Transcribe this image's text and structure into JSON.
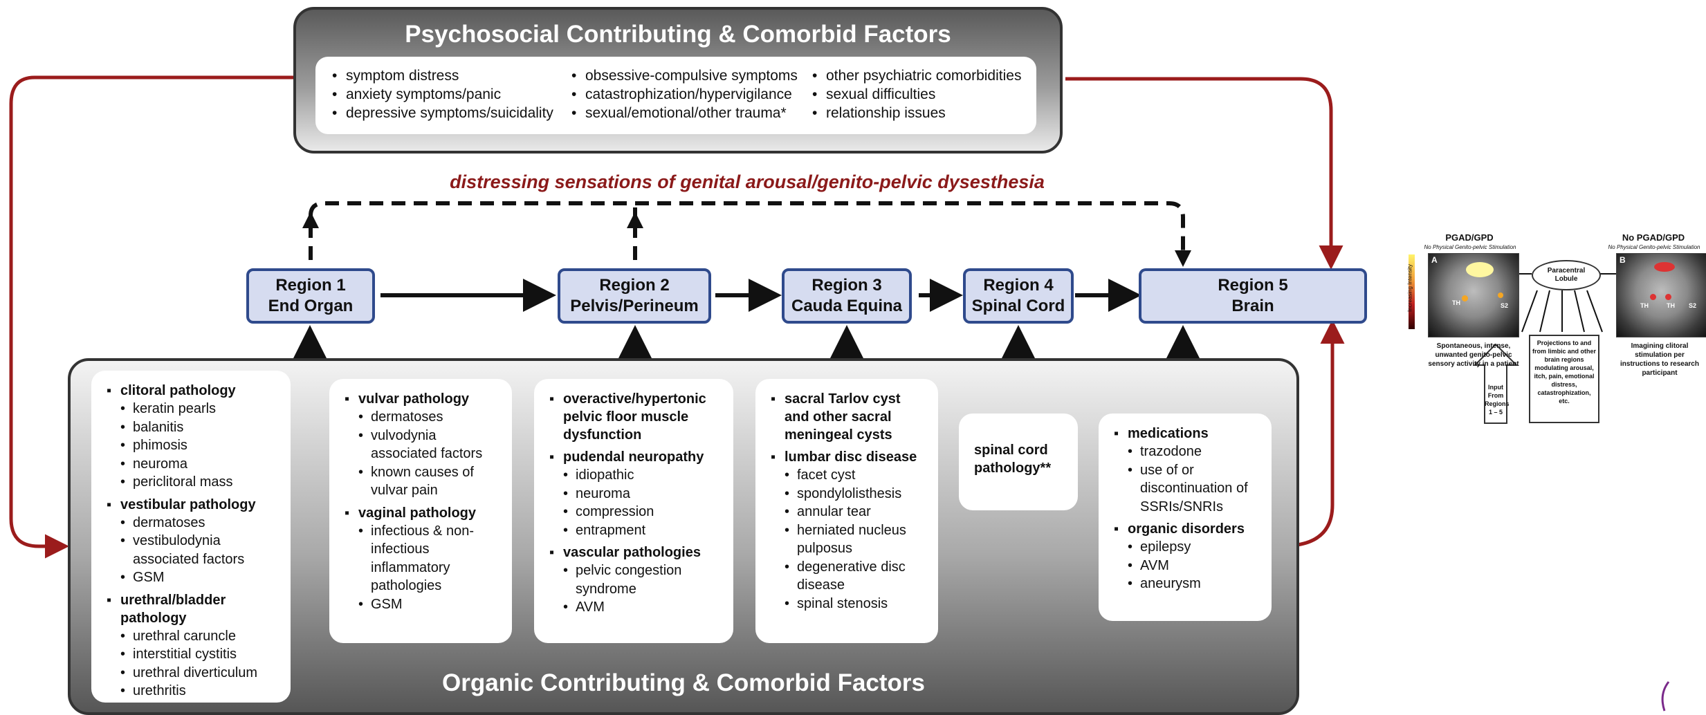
{
  "psychosocial": {
    "title": "Psychosocial Contributing & Comorbid Factors",
    "columns": [
      [
        "symptom distress",
        "anxiety symptoms/panic",
        "depressive symptoms/suicidality"
      ],
      [
        "obsessive-compulsive symptoms",
        "catastrophization/hypervigilance",
        "sexual/emotional/other trauma*"
      ],
      [
        "other psychiatric comorbidities",
        "sexual difficulties",
        "relationship issues"
      ]
    ]
  },
  "middle_label": "distressing sensations of genital arousal/genito-pelvic dysesthesia",
  "regions": [
    {
      "name": "Region 1",
      "sub": "End Organ"
    },
    {
      "name": "Region 2",
      "sub": "Pelvis/Perineum"
    },
    {
      "name": "Region 3",
      "sub": "Cauda Equina"
    },
    {
      "name": "Region 4",
      "sub": "Spinal Cord"
    },
    {
      "name": "Region 5",
      "sub": "Brain"
    }
  ],
  "organic": {
    "title": "Organic Contributing & Comorbid Factors",
    "card1": [
      {
        "h": "clitoral pathology",
        "items": [
          "keratin pearls",
          "balanitis",
          "phimosis",
          "neuroma",
          "periclitoral mass"
        ]
      },
      {
        "h": "vestibular pathology",
        "items": [
          "dermatoses",
          "vestibulodynia associated factors",
          "GSM"
        ]
      },
      {
        "h": "urethral/bladder pathology",
        "items": [
          "urethral caruncle",
          "interstitial cystitis",
          "urethral diverticulum",
          "urethritis"
        ]
      }
    ],
    "card2": [
      {
        "h": "vulvar pathology",
        "items": [
          "dermatoses",
          "vulvodynia associated factors",
          "known causes of vulvar pain"
        ]
      },
      {
        "h": "vaginal pathology",
        "items": [
          "infectious & non-infectious inflammatory pathologies",
          "GSM"
        ]
      }
    ],
    "card3": [
      {
        "h": "overactive/hypertonic pelvic floor muscle dysfunction",
        "items": []
      },
      {
        "h": "pudendal neuropathy",
        "items": [
          "idiopathic",
          "neuroma",
          "compression",
          "entrapment"
        ]
      },
      {
        "h": "vascular pathologies",
        "items": [
          "pelvic congestion syndrome",
          "AVM"
        ]
      }
    ],
    "card4": [
      {
        "h": "sacral Tarlov cyst and other sacral meningeal cysts",
        "items": []
      },
      {
        "h": "lumbar disc disease",
        "items": [
          "facet cyst",
          "spondylolisthesis",
          "annular tear",
          "herniated nucleus pulposus",
          "degenerative disc disease",
          "spinal stenosis"
        ]
      }
    ],
    "card5": "spinal cord pathology**",
    "card6": [
      {
        "h": "medications",
        "items": [
          "trazodone",
          "use of or discontinuation of SSRIs/SNRIs"
        ]
      },
      {
        "h": "organic disorders",
        "items": [
          "epilepsy",
          "AVM",
          "aneurysm"
        ]
      }
    ]
  },
  "inset": {
    "left_title": "PGAD/GPD",
    "left_sub": "No Physical Genito-pelvic Stimulation",
    "right_title": "No PGAD/GPD",
    "right_sub": "No Physical Genito-pelvic Stimulation",
    "panel_a": "A",
    "panel_b": "B",
    "scale_label": "Increasing Intensity",
    "lobule": "Paracentral Lobule",
    "th": "TH",
    "s2": "S2",
    "left_caption": "Spontaneous, intense, unwanted genito-pelvic sensory activity in a patient",
    "mid_caption": "Projections to and from limbic and other brain regions modulating arousal, itch, pain, emotional distress, catastrophization, etc.",
    "right_caption": "Imagining clitoral stimulation per instructions to research participant",
    "input_label": "Input From Regions 1 – 5"
  },
  "colors": {
    "arrow_red": "#9b1c1c",
    "region_fill": "#d6dcf0",
    "region_border": "#2f4a8c"
  }
}
